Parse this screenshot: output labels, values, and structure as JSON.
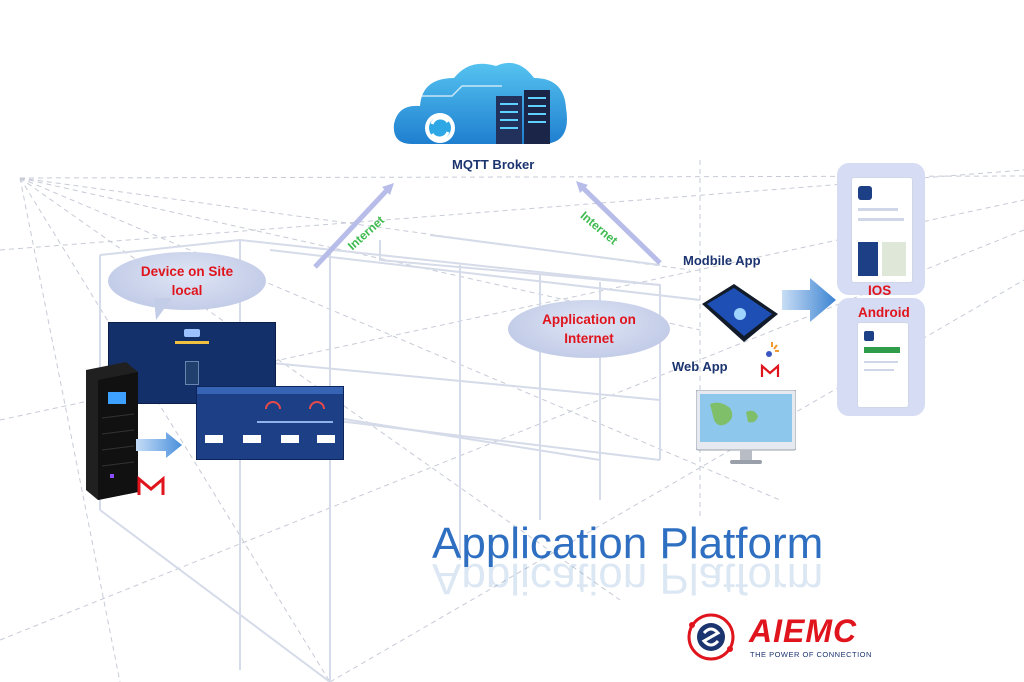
{
  "cloud": {
    "label": "MQTT Broker",
    "icon": "cloud-server-icon"
  },
  "connections": {
    "left": "Internet",
    "right": "Internet"
  },
  "bubbles": {
    "device": {
      "line1": "Device on Site",
      "line2": "local"
    },
    "application": {
      "line1": "Application on",
      "line2": "Internet"
    }
  },
  "apps": {
    "mobile": "Modbile App",
    "web": "Web App"
  },
  "stores": {
    "ios": "IOS",
    "android": "Android"
  },
  "title": "Application Platform",
  "brand": {
    "name": "AIEMC",
    "tagline": "THE POWER OF CONNECTION"
  },
  "colors": {
    "title": "#2e6fc2",
    "red": "#e0141c",
    "green": "#3dbb4e",
    "navy": "#1b3470",
    "cloud": "#2ea1e0"
  }
}
